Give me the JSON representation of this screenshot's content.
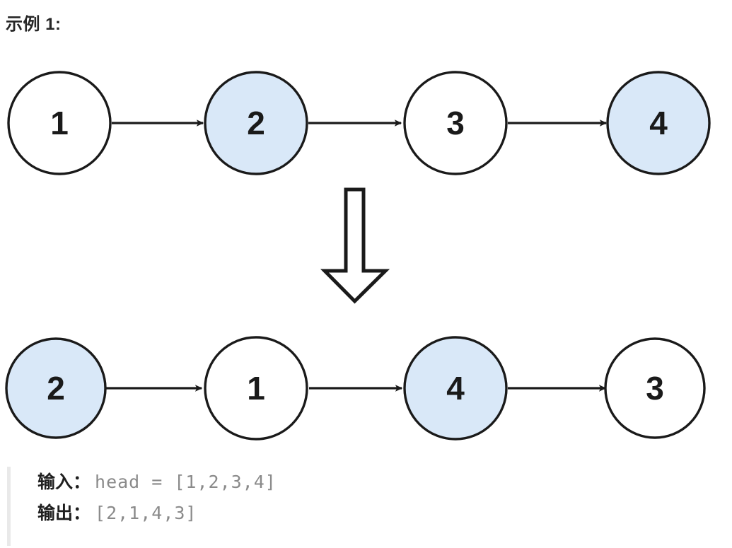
{
  "heading": "示例 1:",
  "colors": {
    "node_fill_plain": "#ffffff",
    "node_fill_highlight": "#d9e8f8",
    "node_stroke": "#1a1a1a",
    "arrow": "#1a1a1a",
    "text": "#1a1a1a",
    "code_text": "#8a8a8a",
    "quote_bar": "#e9e9e9",
    "background": "#ffffff"
  },
  "diagram": {
    "before_label": "before-list",
    "after_label": "after-list",
    "transform_arrow": "down-block-arrow",
    "before": [
      {
        "value": "1",
        "highlight": false
      },
      {
        "value": "2",
        "highlight": true
      },
      {
        "value": "3",
        "highlight": false
      },
      {
        "value": "4",
        "highlight": true
      }
    ],
    "after": [
      {
        "value": "2",
        "highlight": true
      },
      {
        "value": "1",
        "highlight": false
      },
      {
        "value": "4",
        "highlight": true
      },
      {
        "value": "3",
        "highlight": false
      }
    ]
  },
  "io": {
    "input_label": "输入：",
    "input_value": "head = [1,2,3,4]",
    "output_label": "输出：",
    "output_value": "[2,1,4,3]"
  }
}
